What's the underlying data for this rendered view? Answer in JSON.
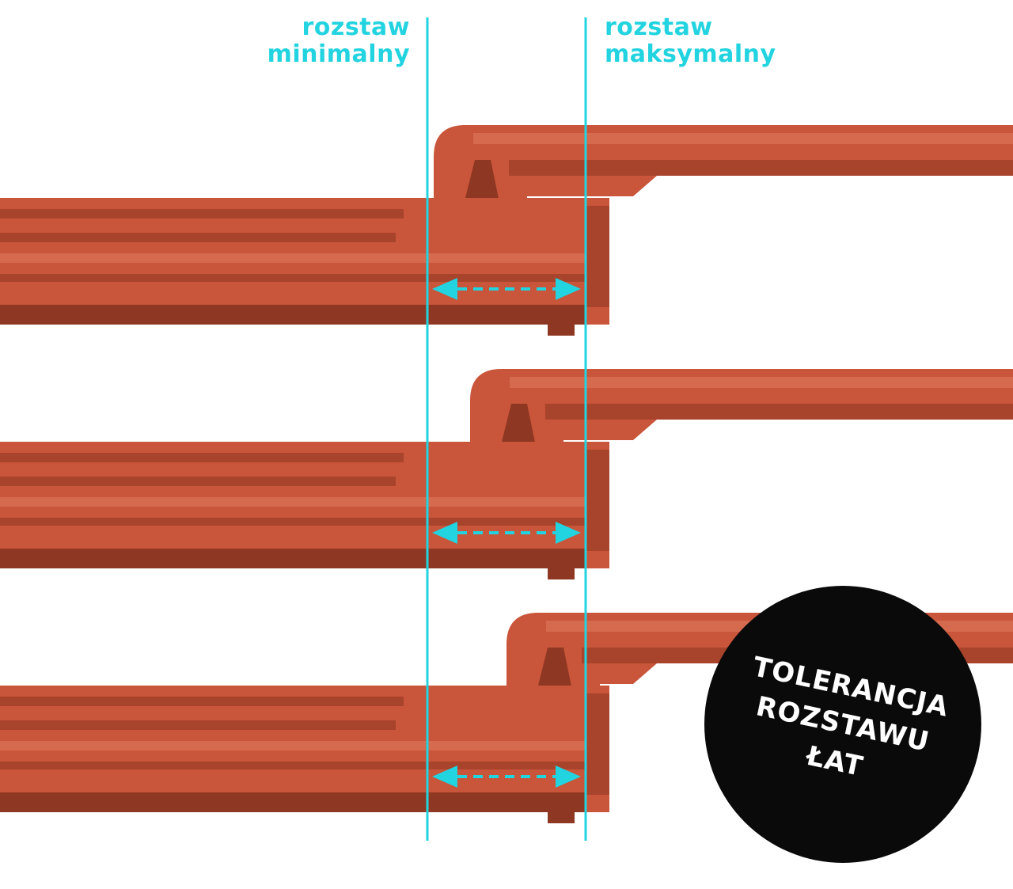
{
  "labels": {
    "min_line1": "rozstaw",
    "min_line2": "minimalny",
    "max_line1": "rozstaw",
    "max_line2": "maksymalny"
  },
  "badge": {
    "line1": "TOLERANCJA",
    "line2": "ROZSTAWU",
    "line3": "ŁAT"
  },
  "colors": {
    "accent": "#22d3e0",
    "tile": "#c9553a",
    "tile_light": "#d66a4e",
    "tile_dark": "#a8432c",
    "tile_shadow": "#8e3722",
    "badge_bg": "#0a0a0a",
    "badge_text": "#ffffff"
  },
  "diagram": {
    "rows": [
      {
        "name": "row-min",
        "overlap_fraction": 0.0
      },
      {
        "name": "row-mid",
        "overlap_fraction": 0.5
      },
      {
        "name": "row-max",
        "overlap_fraction": 1.0
      }
    ]
  }
}
